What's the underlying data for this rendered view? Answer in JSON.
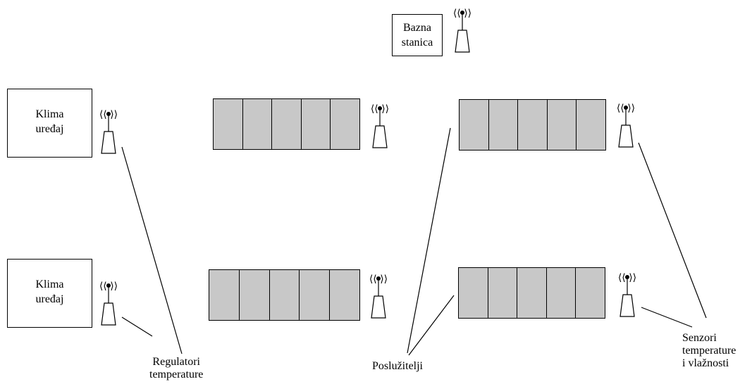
{
  "diagram": {
    "base_station": {
      "line1": "Bazna",
      "line2": "stanica"
    },
    "ac_units": [
      {
        "line1": "Klima",
        "line2": "uređaj"
      },
      {
        "line1": "Klima",
        "line2": "uređaj"
      }
    ],
    "server_racks": [
      {
        "cells": 5
      },
      {
        "cells": 5
      },
      {
        "cells": 5
      },
      {
        "cells": 5
      }
    ],
    "callouts": {
      "regulators": {
        "line1": "Regulatori",
        "line2": "temperature"
      },
      "servers": {
        "line1": "Poslužitelji"
      },
      "sensors": {
        "line1": "Senzori",
        "line2": "temperature",
        "line3": "i vlažnosti"
      }
    }
  }
}
